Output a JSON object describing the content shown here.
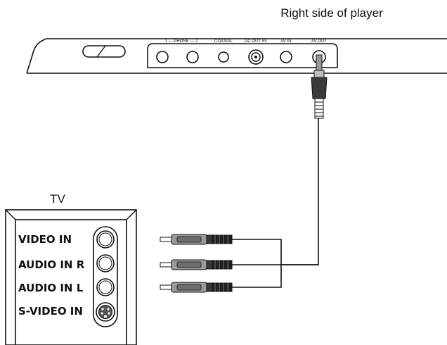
{
  "player": {
    "caption": "Right side of player",
    "ports": [
      {
        "label": "1 — PHONE — 2"
      },
      {
        "label": "COAXIAL"
      },
      {
        "label": "DC OUT 5V"
      },
      {
        "label": "AV IN"
      },
      {
        "label": "AV OUT"
      }
    ]
  },
  "tv": {
    "caption": "TV",
    "inputs": [
      {
        "label": "VIDEO IN",
        "icon": "rca-jack-icon"
      },
      {
        "label": "AUDIO IN R",
        "icon": "rca-jack-icon"
      },
      {
        "label": "AUDIO IN L",
        "icon": "rca-jack-icon"
      },
      {
        "label": "S-VIDEO IN",
        "icon": "s-video-jack-icon"
      }
    ]
  },
  "cable": {
    "player_end": "3.5mm-plug-icon",
    "tv_end": [
      "rca-plug-icon",
      "rca-plug-icon",
      "rca-plug-icon"
    ]
  },
  "colors": {
    "line": "#111111",
    "plug_gray": "#9a9a9a",
    "plug_dark": "#3a3a3a",
    "panel_bg": "#ffffff"
  }
}
